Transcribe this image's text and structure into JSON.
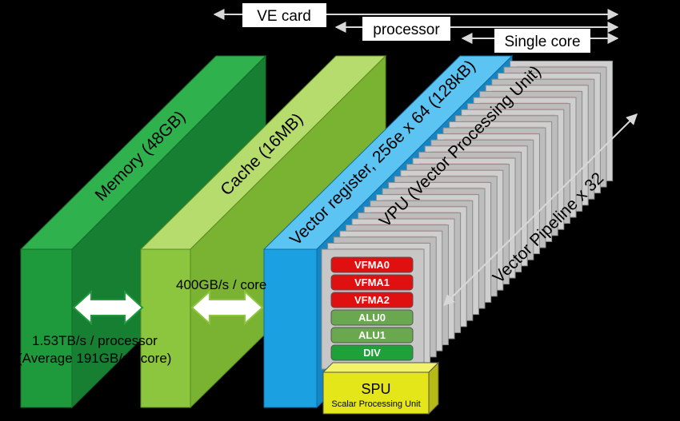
{
  "scopes": {
    "ve_card": "VE card",
    "processor": "processor",
    "single_core": "Single core"
  },
  "blocks": {
    "memory": "Memory (48GB)",
    "cache": "Cache (16MB)",
    "vector_register": "Vector register, 256e x 64 (128kB)",
    "vpu": "VPU (Vector Processing Unit)",
    "vector_pipeline": "Vector Pipeline x 32"
  },
  "bandwidth": {
    "mem_cache_line1": "1.53TB/s / processor",
    "mem_cache_line2": "(Average 191GB/s / core)",
    "cache_register": "400GB/s / core"
  },
  "functional_units": [
    {
      "label": "VFMA0",
      "color": "#e01010"
    },
    {
      "label": "VFMA1",
      "color": "#e01010"
    },
    {
      "label": "VFMA2",
      "color": "#e01010"
    },
    {
      "label": "ALU0",
      "color": "#6aa84f"
    },
    {
      "label": "ALU1",
      "color": "#6aa84f"
    },
    {
      "label": "DIV",
      "color": "#1fa038"
    }
  ],
  "spu": {
    "title": "SPU",
    "subtitle": "Scalar Processing Unit"
  },
  "colors": {
    "memory": "#1e9a3c",
    "cache": "#8cc63f",
    "register": "#1ba1e2",
    "spu": "#e4e61a"
  }
}
